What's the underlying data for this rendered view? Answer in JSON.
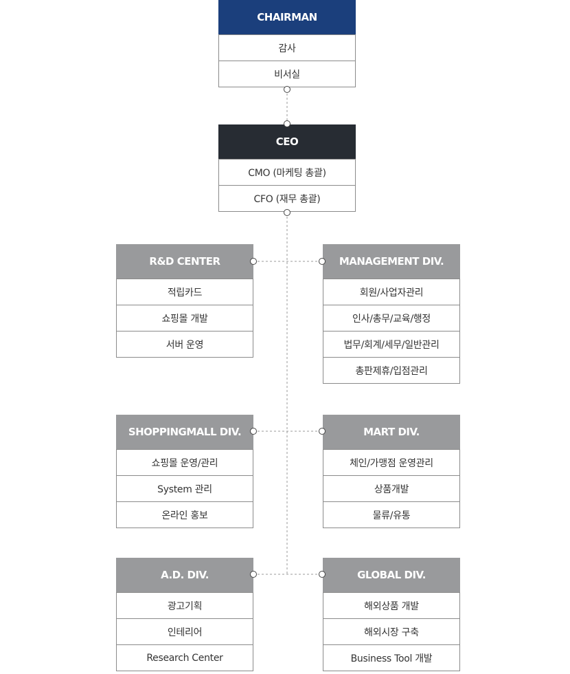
{
  "chairman": {
    "title": "CHAIRMAN",
    "items": [
      "감사",
      "비서실"
    ]
  },
  "ceo": {
    "title": "CEO",
    "items": [
      "CMO (마케팅 총괄)",
      "CFO (재무 총괄)"
    ]
  },
  "rnd": {
    "title": "R&D CENTER",
    "items": [
      "적립카드",
      "쇼핑몰 개발",
      "서버 운영"
    ]
  },
  "management": {
    "title": "MANAGEMENT DIV.",
    "items": [
      "회원/사업자관리",
      "인사/총무/교육/행정",
      "법무/회계/세무/일반관리",
      "총판제휴/입점관리"
    ]
  },
  "shopping": {
    "title": "SHOPPINGMALL DIV.",
    "items": [
      "쇼핑몰 운영/관리",
      "System 관리",
      "온라인 홍보"
    ]
  },
  "mart": {
    "title": "MART DIV.",
    "items": [
      "체인/가맹점 운영관리",
      "상품개발",
      "물류/유통"
    ]
  },
  "ad": {
    "title": "A.D. DIV.",
    "items": [
      "광고기획",
      "인테리어",
      "Research Center"
    ]
  },
  "global": {
    "title": "GLOBAL DIV.",
    "items": [
      "해외상품 개발",
      "해외시장 구축",
      "Business Tool 개발"
    ]
  },
  "colors": {
    "navy": "#1b3f7c",
    "dark": "#272c33",
    "gray": "#999a9c",
    "line": "#999999"
  }
}
